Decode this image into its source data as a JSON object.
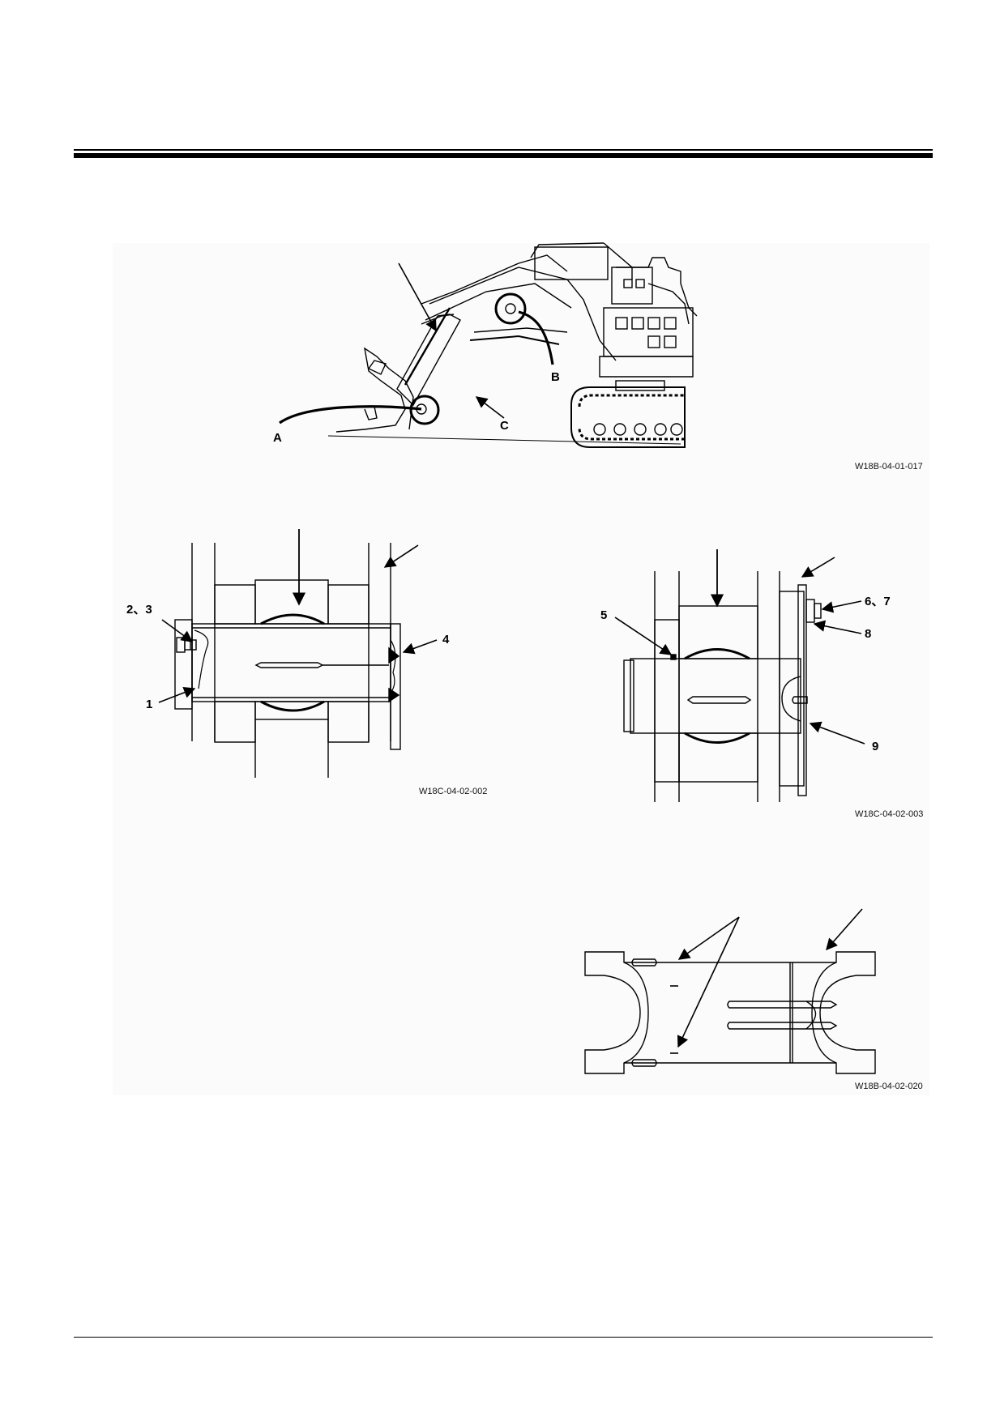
{
  "figure1": {
    "ref": "W18B-04-01-017",
    "labels": {
      "a": "A",
      "b": "B",
      "c": "C"
    }
  },
  "figure2": {
    "ref": "W18C-04-02-002",
    "labels": {
      "l23": "2、3",
      "l1": "1",
      "l4": "4"
    }
  },
  "figure3": {
    "ref": "W18C-04-02-003",
    "labels": {
      "l5": "5",
      "l67": "6、7",
      "l8": "8",
      "l9": "9"
    }
  },
  "figure4": {
    "ref": "W18B-04-02-020"
  }
}
